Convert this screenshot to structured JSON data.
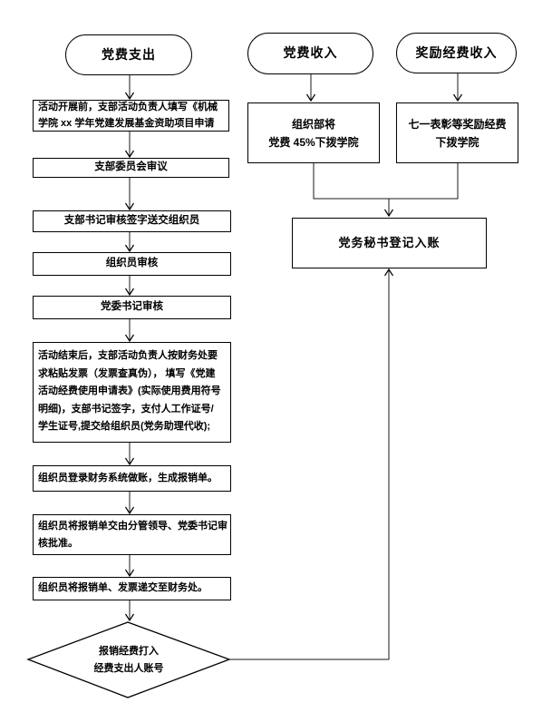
{
  "colors": {
    "background": "#ffffff",
    "shape_border": "#000000",
    "shape_fill": "#ffffff",
    "text": "#000000",
    "connector": "#1a1a1a"
  },
  "nodes": {
    "expense_terminal": {
      "shape": "terminator",
      "label": "党费支出"
    },
    "income_terminal": {
      "shape": "terminator",
      "label": "党费收入"
    },
    "reward_terminal": {
      "shape": "terminator",
      "label": "奖励经费收入"
    },
    "apply_form": {
      "shape": "process",
      "label": "活动开展前，支部活动负责人填写《机械\n学院 xx 学年党建发展基金资助项目申请"
    },
    "committee_review": {
      "shape": "process",
      "label": "支部委员会审议"
    },
    "branch_secretary_review": {
      "shape": "process",
      "label": "支部书记审核签字送交组织员"
    },
    "organizer_review": {
      "shape": "process",
      "label": "组织员审核"
    },
    "party_secretary_review": {
      "shape": "process",
      "label": "党委书记审核"
    },
    "after_activity": {
      "shape": "process",
      "label": "活动结束后，支部活动负责人按财务处要\n求粘贴发票（发票查真伪）， 填写《党建\n活动经费使用申请表》(实际使用费用符号\n明细)，支部书记签字，支付人工作证号/\n学生证号,提交给组织员(党务助理代收);"
    },
    "make_account": {
      "shape": "process",
      "label": "组织员登录财务系统做账，生成报销单。"
    },
    "leader_approve": {
      "shape": "process",
      "label": "组织员将报销单交由分管领导、党委书记审\n核批准。"
    },
    "submit_finance": {
      "shape": "process",
      "label": "组织员将报销单、发票递交至财务处。"
    },
    "transfer_decision": {
      "shape": "diamond",
      "label": "报销经费打入\n经费支出人账号"
    },
    "org_dept_allocate": {
      "shape": "process",
      "label": "组织部将\n党费 45%下拨学院"
    },
    "reward_allocate": {
      "shape": "process",
      "label": "七一表彰等奖励经费\n下拨学院"
    },
    "secretary_register": {
      "shape": "process",
      "label": "党务秘书登记入账"
    }
  }
}
